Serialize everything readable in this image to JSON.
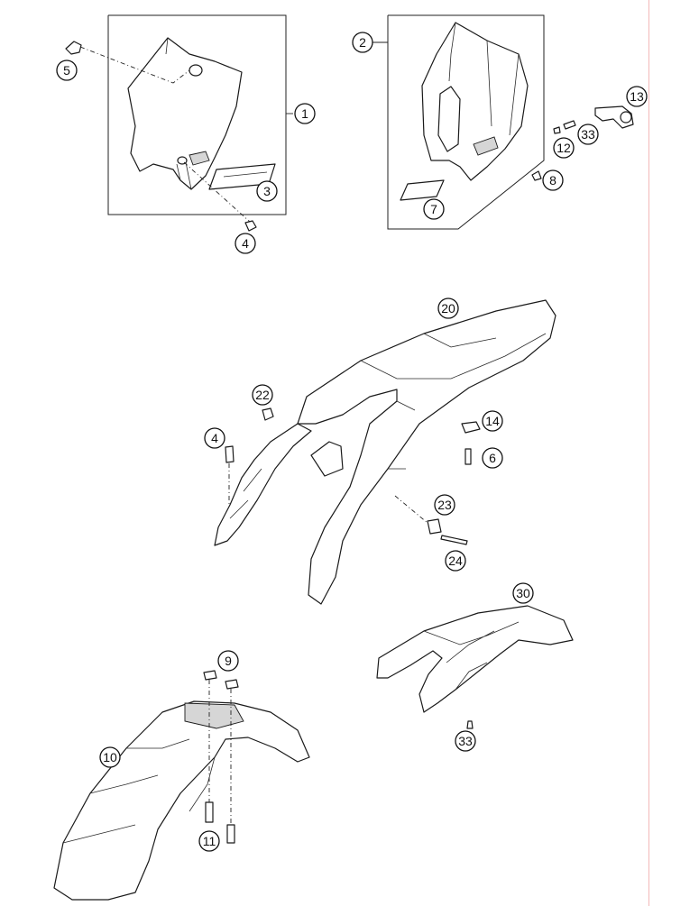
{
  "diagram": {
    "callouts": [
      {
        "id": "c1",
        "label": "1"
      },
      {
        "id": "c2",
        "label": "2"
      },
      {
        "id": "c3",
        "label": "3"
      },
      {
        "id": "c4a",
        "label": "4"
      },
      {
        "id": "c4b",
        "label": "4"
      },
      {
        "id": "c5",
        "label": "5"
      },
      {
        "id": "c6",
        "label": "6"
      },
      {
        "id": "c7",
        "label": "7"
      },
      {
        "id": "c8",
        "label": "8"
      },
      {
        "id": "c9",
        "label": "9"
      },
      {
        "id": "c10",
        "label": "10"
      },
      {
        "id": "c11",
        "label": "11"
      },
      {
        "id": "c12",
        "label": "12"
      },
      {
        "id": "c13",
        "label": "13"
      },
      {
        "id": "c14",
        "label": "14"
      },
      {
        "id": "c20",
        "label": "20"
      },
      {
        "id": "c22",
        "label": "22"
      },
      {
        "id": "c23",
        "label": "23"
      },
      {
        "id": "c24",
        "label": "24"
      },
      {
        "id": "c30",
        "label": "30"
      },
      {
        "id": "c33a",
        "label": "33"
      },
      {
        "id": "c33b",
        "label": "33"
      }
    ]
  }
}
